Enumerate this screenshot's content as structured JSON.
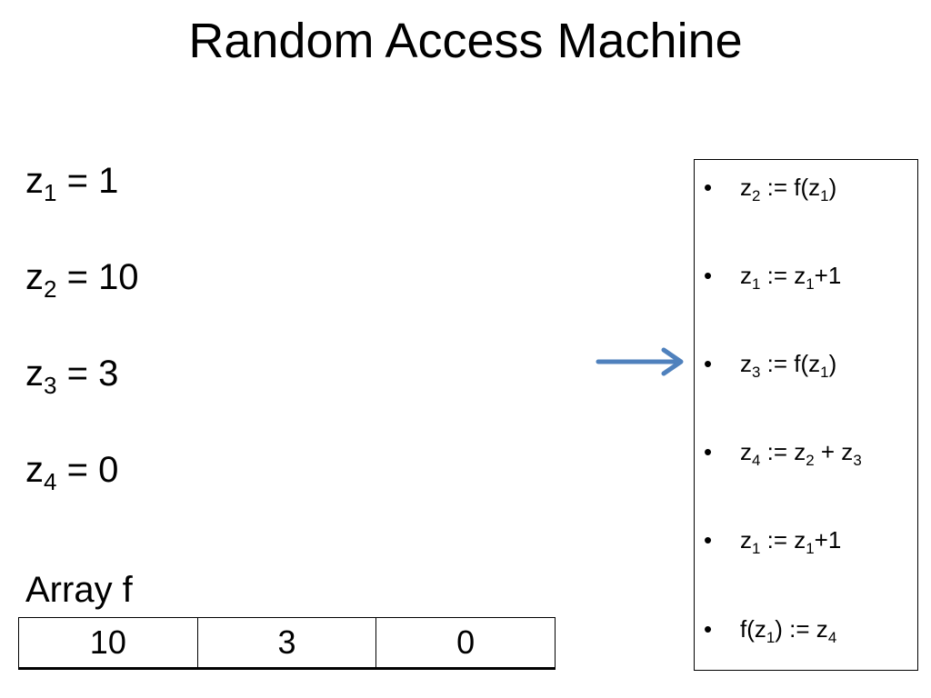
{
  "title": "Random Access Machine",
  "registers": [
    {
      "name": "z",
      "index": "1",
      "op": " = ",
      "value": "1"
    },
    {
      "name": "z",
      "index": "2",
      "op": " = ",
      "value": "10"
    },
    {
      "name": "z",
      "index": "3",
      "op": " = ",
      "value": "3"
    },
    {
      "name": "z",
      "index": "4",
      "op": " = ",
      "value": "0"
    }
  ],
  "array": {
    "label": "Array f",
    "cells": [
      "10",
      "3",
      "0"
    ]
  },
  "program": {
    "bullet": "•",
    "instructions": [
      {
        "parts": [
          {
            "t": "z"
          },
          {
            "s": "2"
          },
          {
            "t": " := f(z"
          },
          {
            "s": "1"
          },
          {
            "t": ")"
          }
        ]
      },
      {
        "parts": [
          {
            "t": "z"
          },
          {
            "s": "1"
          },
          {
            "t": " := z"
          },
          {
            "s": "1"
          },
          {
            "t": "+1"
          }
        ]
      },
      {
        "parts": [
          {
            "t": "z"
          },
          {
            "s": "3"
          },
          {
            "t": " := f(z"
          },
          {
            "s": "1"
          },
          {
            "t": ")"
          }
        ]
      },
      {
        "parts": [
          {
            "t": "z"
          },
          {
            "s": "4"
          },
          {
            "t": " := z"
          },
          {
            "s": "2"
          },
          {
            "t": " + z"
          },
          {
            "s": "3"
          }
        ]
      },
      {
        "parts": [
          {
            "t": "z"
          },
          {
            "s": "1"
          },
          {
            "t": " := z"
          },
          {
            "s": "1"
          },
          {
            "t": "+1"
          }
        ]
      },
      {
        "parts": [
          {
            "t": "f(z"
          },
          {
            "s": "1"
          },
          {
            "t": ") := z"
          },
          {
            "s": "4"
          }
        ]
      }
    ],
    "current_instruction": 3
  },
  "colors": {
    "arrow": "#4f81bd",
    "text": "#000000",
    "background": "#ffffff"
  }
}
